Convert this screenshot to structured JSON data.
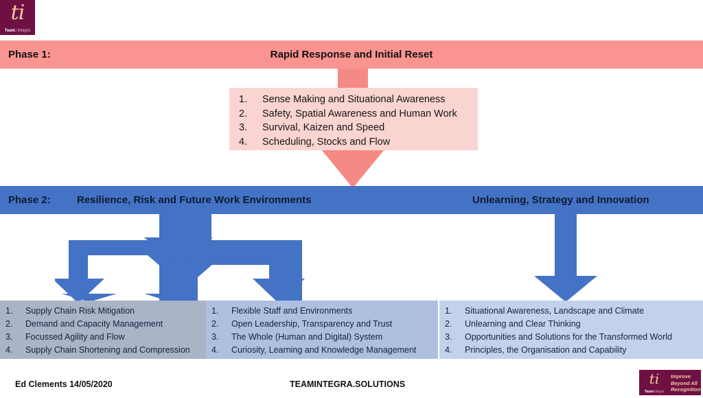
{
  "brand": {
    "logo_mark": "ti",
    "logo_word_first": "Team",
    "logo_word_sep": "|",
    "logo_word_second": "Integra",
    "tagline_line1": "Improve",
    "tagline_line2": "Beyond All",
    "tagline_line3": "Recognition",
    "colors": {
      "brand_maroon": "#6e1142",
      "brand_cream": "#f2c9a0",
      "phase1_banner": "#fa9490",
      "phase1_box": "#fad4d1",
      "phase2_banner": "#4472c4",
      "bottom_box_1": "#a9b4c7",
      "bottom_box_2": "#adc0e0",
      "bottom_box_3": "#c3d2ea"
    }
  },
  "phase1": {
    "label": "Phase 1:",
    "title": "Rapid Response and Initial Reset",
    "items": [
      {
        "num": "1.",
        "text": "Sense Making and Situational Awareness"
      },
      {
        "num": "2.",
        "text": "Safety, Spatial Awareness and Human Work"
      },
      {
        "num": "3.",
        "text": "Survival, Kaizen and Speed"
      },
      {
        "num": "4.",
        "text": "Scheduling, Stocks and Flow"
      }
    ]
  },
  "phase2": {
    "label": "Phase 2:",
    "title_left": "Resilience, Risk and Future Work Environments",
    "title_right": "Unlearning, Strategy and Innovation",
    "columns": [
      {
        "id": "supply-chain",
        "items": [
          {
            "num": "1.",
            "text": "Supply Chain Risk Mitigation"
          },
          {
            "num": "2.",
            "text": "Demand and Capacity Management"
          },
          {
            "num": "3.",
            "text": "Focussed Agility and Flow"
          },
          {
            "num": "4.",
            "text": "Supply Chain Shortening and Compression"
          }
        ]
      },
      {
        "id": "people-leadership",
        "items": [
          {
            "num": "1.",
            "text": "Flexible Staff and Environments"
          },
          {
            "num": "2.",
            "text": "Open Leadership, Transparency and Trust"
          },
          {
            "num": "3.",
            "text": "The Whole (Human and Digital) System"
          },
          {
            "num": "4.",
            "text": "Curiosity, Learning and Knowledge Management"
          }
        ]
      },
      {
        "id": "strategy-innovation",
        "items": [
          {
            "num": "1.",
            "text": "Situational Awareness, Landscape and Climate"
          },
          {
            "num": "2.",
            "text": "Unlearning and Clear Thinking"
          },
          {
            "num": "3.",
            "text": "Opportunities and Solutions for the Transformed World"
          },
          {
            "num": "4.",
            "text": "Principles, the Organisation and Capability"
          }
        ]
      }
    ]
  },
  "footer": {
    "author": "Ed Clements 14/05/2020",
    "site": "TEAMINTEGRA.SOLUTIONS"
  }
}
